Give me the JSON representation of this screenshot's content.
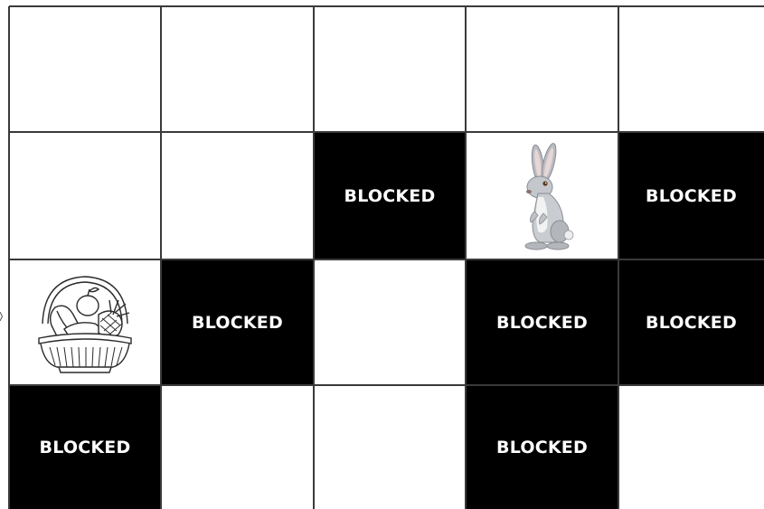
{
  "board": {
    "rows": 4,
    "cols": 5,
    "blocked_label": "BLOCKED",
    "cells": [
      [
        "empty",
        "empty",
        "empty",
        "empty",
        "empty"
      ],
      [
        "empty",
        "empty",
        "blocked",
        "rabbit",
        "blocked"
      ],
      [
        "basket",
        "blocked",
        "empty",
        "blocked",
        "blocked"
      ],
      [
        "blocked",
        "empty",
        "empty",
        "blocked",
        "empty"
      ]
    ],
    "colors": {
      "blocked": "#000000",
      "empty": "#ffffff",
      "grid": "#3a3a3a",
      "blocked_text": "#ffffff"
    },
    "icons": {
      "rabbit": "rabbit-icon",
      "basket": "fruit-basket-icon"
    }
  }
}
